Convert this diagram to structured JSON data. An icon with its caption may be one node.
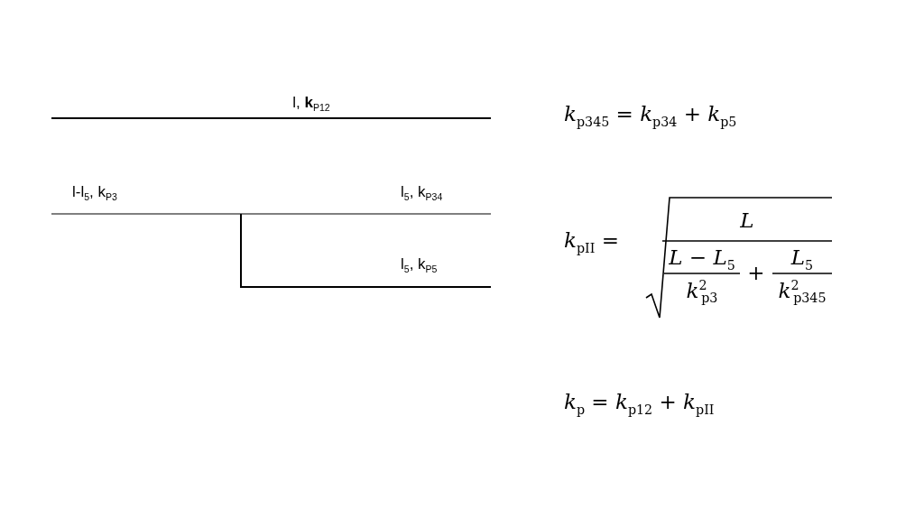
{
  "diagram": {
    "labels": [
      "l,  **k**$_{P12}$",
      "l-l$_{5}$, k$_{P3}$",
      "l$_{5}$, k$_{P34}$",
      "l$_{5}$, k$_{P5}$",
      "*k*$_{p345}$ = *k*$_{p34}$ + *k*$_{p5}$",
      "*k*$_{pII}$ =",
      "*L*",
      "*L* − *L*$_{5}$",
      "*k*$^{2}$$_{p3}$",
      "+",
      "*L*$_{5}$",
      "*k*$^{2}$$_{p345}$",
      "*k*$_{p}$ = *k*$_{p12}$ + *k*$_{pII}$"
    ]
  }
}
